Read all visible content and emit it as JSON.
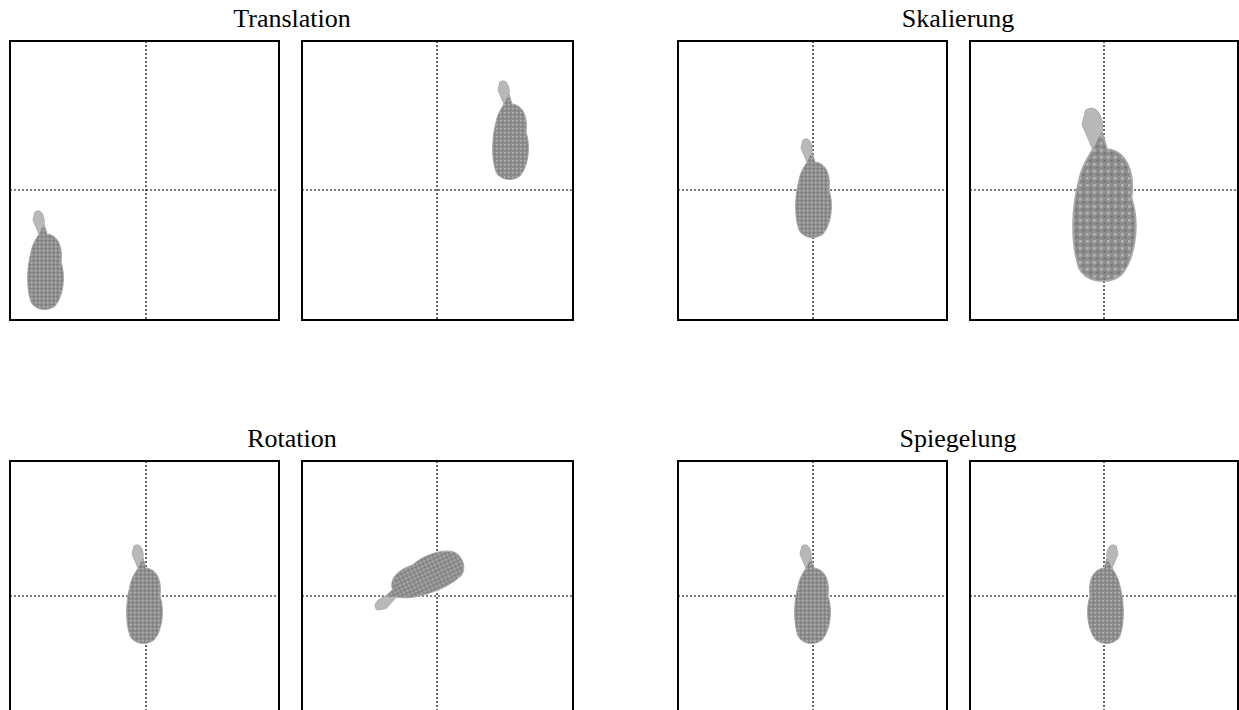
{
  "diagram": {
    "labels": [
      "Translation",
      "Skalierung",
      "Rotation",
      "Spiegelung"
    ]
  }
}
